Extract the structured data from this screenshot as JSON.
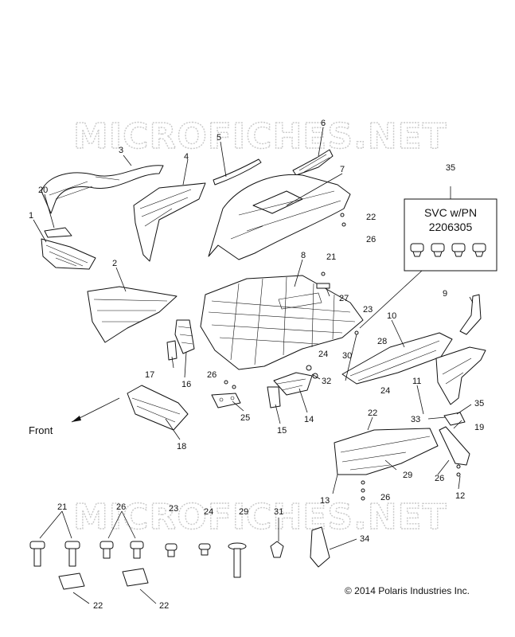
{
  "watermark": {
    "text_top": "MICROFICHES.NET",
    "text_bottom": "MICROFICHES.NET"
  },
  "svc_box": {
    "line1": "SVC w/PN",
    "line2": "2206305",
    "callout": "35"
  },
  "front_label": "Front",
  "copyright": "© 2014 Polaris Industries Inc.",
  "callouts": {
    "c1": "1",
    "c2": "2",
    "c3": "3",
    "c4": "4",
    "c5": "5",
    "c6": "6",
    "c7": "7",
    "c8": "8",
    "c9": "9",
    "c10": "10",
    "c11": "11",
    "c12": "12",
    "c13": "13",
    "c14": "14",
    "c15": "15",
    "c16": "16",
    "c17": "17",
    "c18": "18",
    "c19": "19",
    "c20": "20",
    "c21a": "21",
    "c21b": "21",
    "c22a": "22",
    "c22b": "22",
    "c22c": "22",
    "c22d": "22",
    "c23a": "23",
    "c23b": "23",
    "c24a": "24",
    "c24b": "24",
    "c24c": "24",
    "c25": "25",
    "c26a": "26",
    "c26b": "26",
    "c26c": "26",
    "c26d": "26",
    "c26e": "26",
    "c27": "27",
    "c28": "28",
    "c29": "29",
    "c29b": "29",
    "c30": "30",
    "c31": "31",
    "c32": "32",
    "c33": "33",
    "c34": "34",
    "c35b": "35"
  }
}
